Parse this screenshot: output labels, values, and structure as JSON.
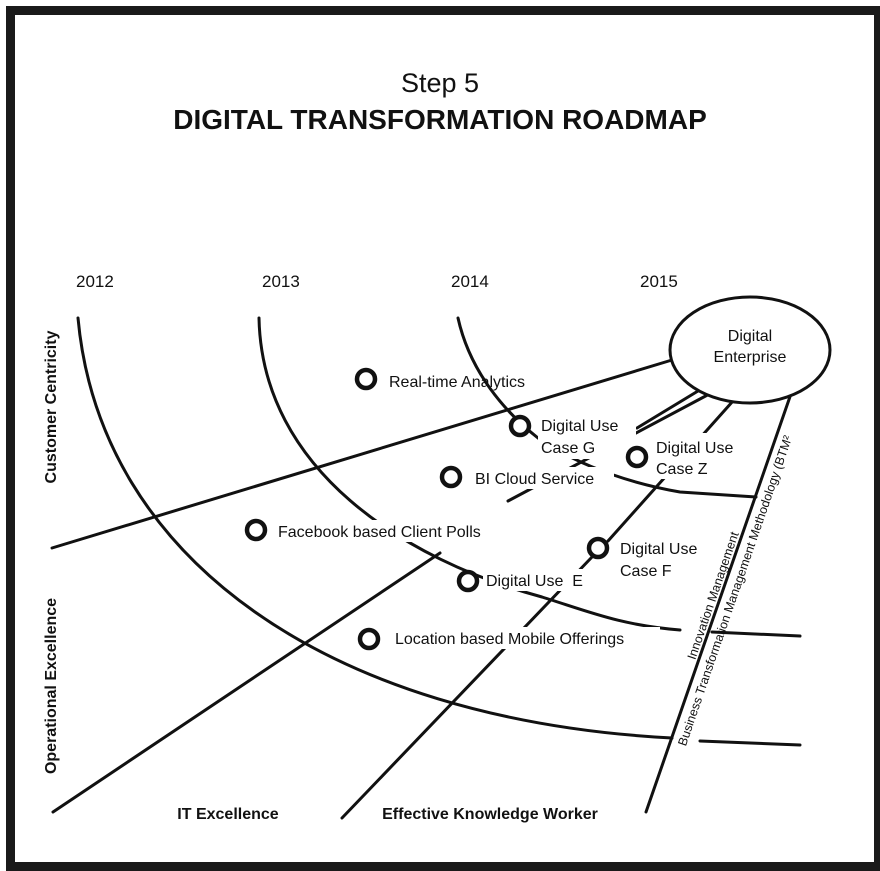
{
  "header": {
    "step": "Step 5",
    "title": "DIGITAL TRANSFORMATION ROADMAP"
  },
  "years": [
    "2012",
    "2013",
    "2014",
    "2015"
  ],
  "goal": {
    "line1": "Digital",
    "line2": "Enterprise"
  },
  "vertical_axis": {
    "top": "Customer Centricity",
    "bottom": "Operational Excellence"
  },
  "bottom_axis": {
    "left": "IT Excellence",
    "right": "Effective Knowledge Worker"
  },
  "side_labels": {
    "innovation": "Innovation Management",
    "btm": "Business Transformation Management Methodology (BTM²"
  },
  "milestones": {
    "realtime": "Real-time Analytics",
    "case_g_1": "Digital Use",
    "case_g_2": "Case G",
    "case_z_1": "Digital Use",
    "case_z_2": "Case Z",
    "bi_cloud": "BI Cloud Service",
    "facebook": "Facebook based Client Polls",
    "case_f_1": "Digital Use",
    "case_f_2": "Case F",
    "case_e": "Digital Use  E",
    "location": "Location based Mobile Offerings"
  }
}
